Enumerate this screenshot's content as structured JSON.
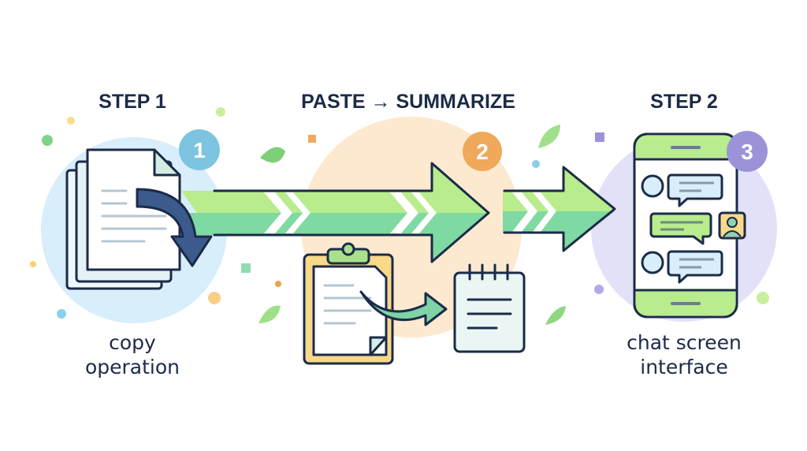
{
  "steps": [
    {
      "title": "STEP 1",
      "badge": "1",
      "label_line1": "copy",
      "label_line2": "operation"
    },
    {
      "title": "PASTE → SUMMARIZE",
      "badge": "2"
    },
    {
      "title": "STEP 2",
      "badge": "3",
      "label_line1": "chat screen",
      "label_line2": "interface"
    }
  ],
  "colors": {
    "navy": "#1b2b48",
    "step1_bg": "#d8eefa",
    "step2_bg": "#fde9cf",
    "step3_bg": "#e3e1f7",
    "badge1": "#7cc4e0",
    "badge2": "#f0a85a",
    "badge3": "#9b93d8",
    "arrow_light": "#b8ec8c",
    "arrow_dark": "#7fd9a2"
  }
}
